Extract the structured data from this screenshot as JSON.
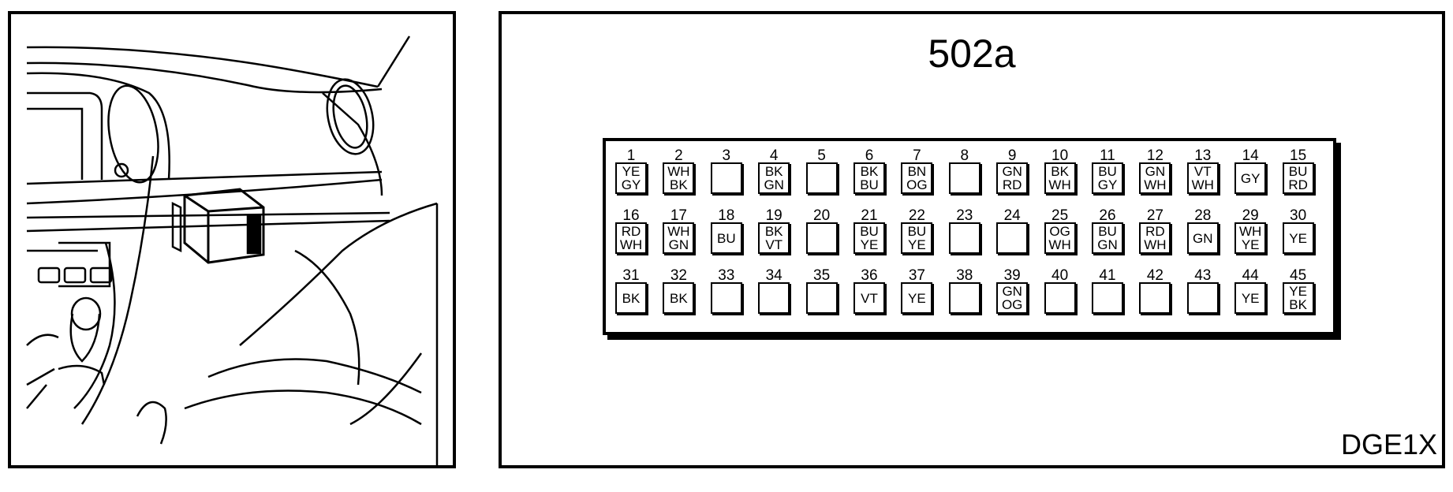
{
  "left_illustration": {
    "description_icon": "dashboard-location-icon"
  },
  "connector": {
    "title": "502a",
    "code": "DGE1X",
    "pins": [
      {
        "num": "1",
        "colors": [
          "YE",
          "GY"
        ]
      },
      {
        "num": "2",
        "colors": [
          "WH",
          "BK"
        ]
      },
      {
        "num": "3",
        "colors": []
      },
      {
        "num": "4",
        "colors": [
          "BK",
          "GN"
        ]
      },
      {
        "num": "5",
        "colors": []
      },
      {
        "num": "6",
        "colors": [
          "BK",
          "BU"
        ]
      },
      {
        "num": "7",
        "colors": [
          "BN",
          "OG"
        ]
      },
      {
        "num": "8",
        "colors": []
      },
      {
        "num": "9",
        "colors": [
          "GN",
          "RD"
        ]
      },
      {
        "num": "10",
        "colors": [
          "BK",
          "WH"
        ]
      },
      {
        "num": "11",
        "colors": [
          "BU",
          "GY"
        ]
      },
      {
        "num": "12",
        "colors": [
          "GN",
          "WH"
        ]
      },
      {
        "num": "13",
        "colors": [
          "VT",
          "WH"
        ]
      },
      {
        "num": "14",
        "colors": [
          "GY"
        ]
      },
      {
        "num": "15",
        "colors": [
          "BU",
          "RD"
        ]
      },
      {
        "num": "16",
        "colors": [
          "RD",
          "WH"
        ]
      },
      {
        "num": "17",
        "colors": [
          "WH",
          "GN"
        ]
      },
      {
        "num": "18",
        "colors": [
          "BU"
        ]
      },
      {
        "num": "19",
        "colors": [
          "BK",
          "VT"
        ]
      },
      {
        "num": "20",
        "colors": []
      },
      {
        "num": "21",
        "colors": [
          "BU",
          "YE"
        ]
      },
      {
        "num": "22",
        "colors": [
          "BU",
          "YE"
        ]
      },
      {
        "num": "23",
        "colors": []
      },
      {
        "num": "24",
        "colors": []
      },
      {
        "num": "25",
        "colors": [
          "OG",
          "WH"
        ]
      },
      {
        "num": "26",
        "colors": [
          "BU",
          "GN"
        ]
      },
      {
        "num": "27",
        "colors": [
          "RD",
          "WH"
        ]
      },
      {
        "num": "28",
        "colors": [
          "GN"
        ]
      },
      {
        "num": "29",
        "colors": [
          "WH",
          "YE"
        ]
      },
      {
        "num": "30",
        "colors": [
          "YE"
        ]
      },
      {
        "num": "31",
        "colors": [
          "BK"
        ]
      },
      {
        "num": "32",
        "colors": [
          "BK"
        ]
      },
      {
        "num": "33",
        "colors": []
      },
      {
        "num": "34",
        "colors": []
      },
      {
        "num": "35",
        "colors": []
      },
      {
        "num": "36",
        "colors": [
          "VT"
        ]
      },
      {
        "num": "37",
        "colors": [
          "YE"
        ]
      },
      {
        "num": "38",
        "colors": []
      },
      {
        "num": "39",
        "colors": [
          "GN",
          "OG"
        ]
      },
      {
        "num": "40",
        "colors": []
      },
      {
        "num": "41",
        "colors": []
      },
      {
        "num": "42",
        "colors": []
      },
      {
        "num": "43",
        "colors": []
      },
      {
        "num": "44",
        "colors": [
          "YE"
        ]
      },
      {
        "num": "45",
        "colors": [
          "YE",
          "BK"
        ]
      }
    ]
  }
}
